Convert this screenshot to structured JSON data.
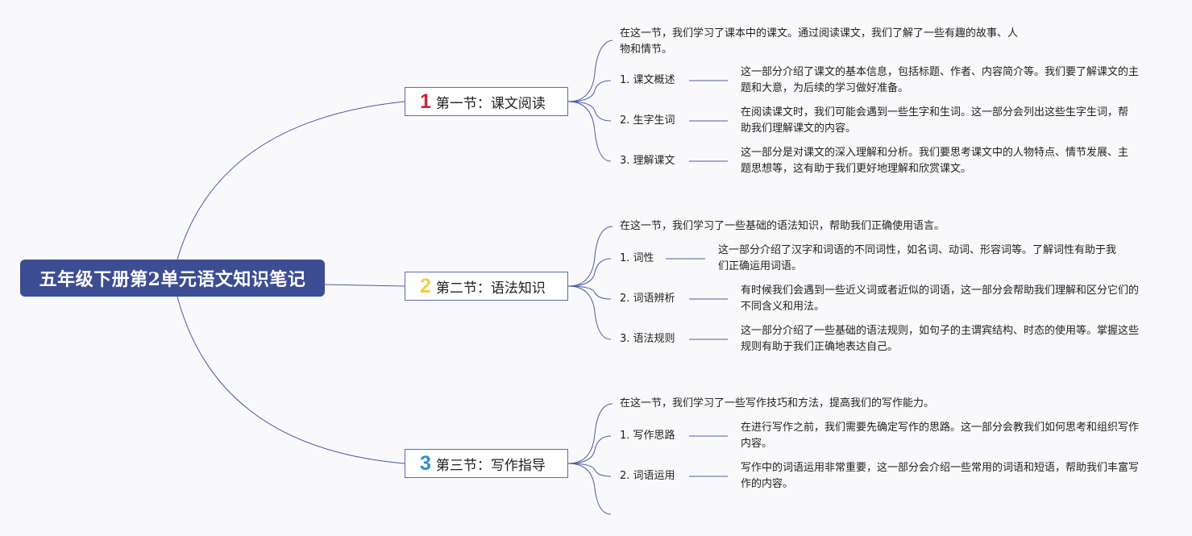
{
  "title": "五年级下册第2单元语文知识笔记",
  "colors": {
    "root_bg": "#3c4d93",
    "line": "#4a5aa5",
    "num_1": "#d0223a",
    "num_2": "#f2cd4a",
    "num_3": "#2b8fd0"
  },
  "sections": [
    {
      "num": "1",
      "label": "第一节：课文阅读",
      "intro": "在这一节，我们学习了课本中的课文。通过阅读课文，我们了解了一些有趣的故事、人物和情节。",
      "items": [
        {
          "label": "1. 课文概述",
          "desc": "这一部分介绍了课文的基本信息，包括标题、作者、内容简介等。我们要了解课文的主题和大意，为后续的学习做好准备。"
        },
        {
          "label": "2. 生字生词",
          "desc": "在阅读课文时，我们可能会遇到一些生字和生词。这一部分会列出这些生字生词，帮助我们理解课文的内容。"
        },
        {
          "label": "3. 理解课文",
          "desc": "这一部分是对课文的深入理解和分析。我们要思考课文中的人物特点、情节发展、主题思想等，这有助于我们更好地理解和欣赏课文。"
        }
      ]
    },
    {
      "num": "2",
      "label": "第二节：语法知识",
      "intro": "在这一节，我们学习了一些基础的语法知识，帮助我们正确使用语言。",
      "items": [
        {
          "label": "1. 词性",
          "desc": "这一部分介绍了汉字和词语的不同词性，如名词、动词、形容词等。了解词性有助于我们正确运用词语。"
        },
        {
          "label": "2. 词语辨析",
          "desc": "有时候我们会遇到一些近义词或者近似的词语，这一部分会帮助我们理解和区分它们的不同含义和用法。"
        },
        {
          "label": "3. 语法规则",
          "desc": "这一部分介绍了一些基础的语法规则，如句子的主谓宾结构、时态的使用等。掌握这些规则有助于我们正确地表达自己。"
        }
      ]
    },
    {
      "num": "3",
      "label": "第三节：写作指导",
      "intro": "在这一节，我们学习了一些写作技巧和方法，提高我们的写作能力。",
      "items": [
        {
          "label": "1. 写作思路",
          "desc": "在进行写作之前，我们需要先确定写作的思路。这一部分会教我们如何思考和组织写作内容。"
        },
        {
          "label": "2. 词语运用",
          "desc": "写作中的词语运用非常重要，这一部分会介绍一些常用的词语和短语，帮助我们丰富写作的内容。"
        }
      ]
    }
  ]
}
